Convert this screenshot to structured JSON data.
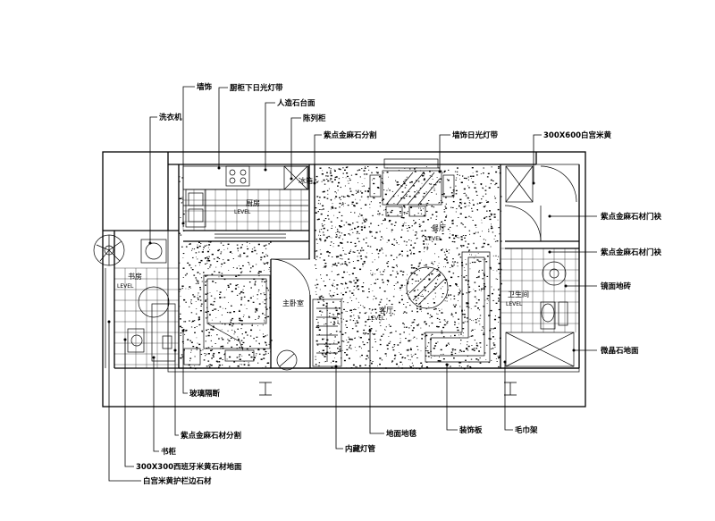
{
  "labels": {
    "qiangshi": "墙饰",
    "chugui_deng": "厨柜下日光灯带",
    "renzaoshi": "人造石台面",
    "xiyiji": "洗衣机",
    "chenliegui": "陈列柜",
    "zidian_fenge": "紫点金麻石分割",
    "qiangshi_deng": "墙饰日光灯带",
    "baigong_mihuang": "300X600白宫米黄",
    "menkuang_1": "紫点金麻石材门袂",
    "menkuang_2": "紫点金麻石材门袂",
    "jingmian_dizhuan": "镜面地砖",
    "weijingshi": "微晶石地面",
    "boli_geduan": "玻璃隔断",
    "zidian_fenge_2": "紫点金麻石材分割",
    "shugui": "书柜",
    "xibanya": "300X300西班牙米黄石材地面",
    "baigong_langan": "白宫米黄护栏边石材",
    "neicang_dengguan": "内藏灯管",
    "dimian_ditan": "地面地毯",
    "zhuangshiban": "装饰板",
    "maojinjia": "毛巾架"
  },
  "rooms": {
    "chufang": "厨房",
    "canting": "餐厅",
    "shufang": "书房",
    "zhuwoshi": "主卧室",
    "keting": "客厅",
    "weishengjian": "卫生间",
    "bingxiang": "冰箱"
  },
  "level_text": "LEVEL"
}
